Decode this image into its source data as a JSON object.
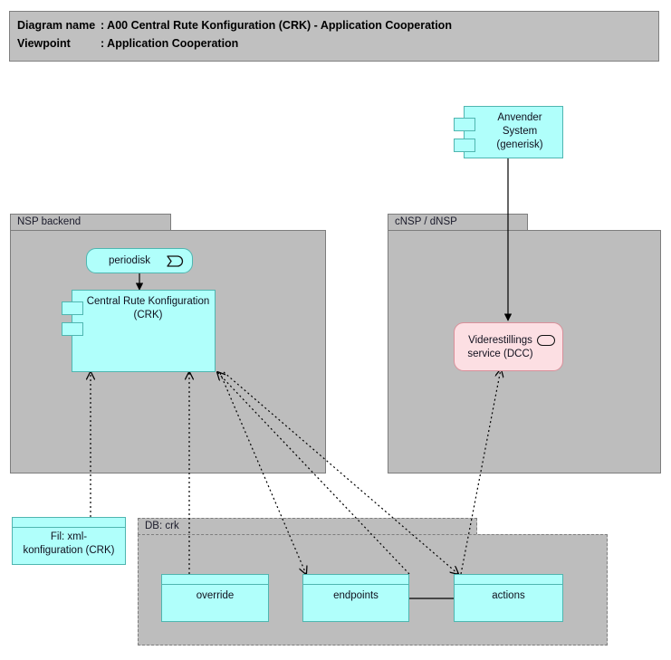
{
  "header": {
    "line1_key": "Diagram name",
    "line1_value": ": A00 Central Rute Konfiguration (CRK) - Application Cooperation",
    "line2_key": "Viewpoint",
    "line2_value": ": Application Cooperation"
  },
  "colors": {
    "application": "#b0fffb",
    "application_border": "#4fb6b0",
    "service": "#fcdfe3",
    "service_border": "#d9909a",
    "group": "#bdbdbd",
    "group_border": "#7d7d7d",
    "banner": "#c0c0c0",
    "line": "#000000"
  },
  "groups": [
    {
      "id": "nsp-backend",
      "label": "NSP backend"
    },
    {
      "id": "cnsp-dnsp",
      "label": "cNSP / dNSP"
    },
    {
      "id": "db-crk",
      "label": "DB: crk"
    }
  ],
  "nodes": {
    "anvender_system": {
      "label_line1": "Anvender System",
      "label_line2": "(generisk)",
      "type": "application-component"
    },
    "periodisk": {
      "label": "periodisk",
      "type": "application-event",
      "icon": "event-icon"
    },
    "crk": {
      "label_line1": "Central Rute Konfiguration",
      "label_line2": "(CRK)",
      "type": "application-component"
    },
    "dcc": {
      "label_line1": "Viderestillings",
      "label_line2": "service (DCC)",
      "type": "application-service",
      "icon": "service-icon"
    },
    "fil_xml": {
      "label_line1": "Fil: xml-",
      "label_line2": "konfiguration (CRK)",
      "type": "data-object"
    },
    "override": {
      "label": "override",
      "type": "data-object"
    },
    "endpoints": {
      "label": "endpoints",
      "type": "data-object"
    },
    "actions": {
      "label": "actions",
      "type": "data-object"
    }
  },
  "edges": [
    {
      "from": "anvender_system",
      "to": "dcc",
      "style": "solid",
      "arrow": "filled"
    },
    {
      "from": "periodisk",
      "to": "crk",
      "style": "solid",
      "arrow": "filled"
    },
    {
      "from": "fil_xml",
      "to": "crk",
      "style": "dotted",
      "arrow": "open"
    },
    {
      "from": "override",
      "to": "crk",
      "style": "dotted",
      "arrow": "open"
    },
    {
      "from": "crk",
      "to": "endpoints",
      "style": "dotted",
      "arrow": "open"
    },
    {
      "from": "crk",
      "to": "actions",
      "style": "dotted",
      "arrow": "open"
    },
    {
      "from": "endpoints",
      "to": "crk",
      "style": "dotted",
      "arrow": "open"
    },
    {
      "from": "actions",
      "to": "dcc",
      "style": "dotted",
      "arrow": "open"
    },
    {
      "from": "endpoints",
      "to": "actions",
      "style": "solid",
      "arrow": "none"
    }
  ]
}
